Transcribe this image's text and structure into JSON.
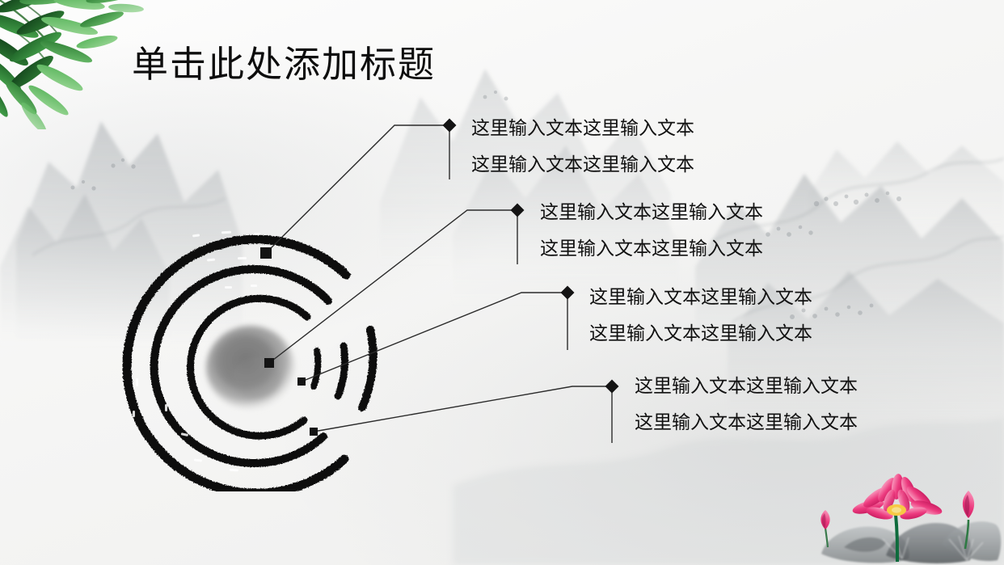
{
  "slide": {
    "title": "单击此处添加标题",
    "background": {
      "style": "chinese-ink-wash-landscape",
      "base_color": "#f6f6f5",
      "ink_gray": "#9aa0a4",
      "decorations": [
        "bamboo-leaves-top-left",
        "mountain-ink-wash",
        "lotus-flower-bottom-right"
      ]
    },
    "graphic": {
      "name": "concentric-brush-rings",
      "ring_color": "#0b0b0b",
      "center_blob_color": "#8a8a8a",
      "ring_count": 3,
      "marker_color": "#1a1a1a"
    },
    "accent_colors": {
      "bamboo_green": "#2f8c3a",
      "lotus_pink": "#e8276f",
      "ink_black": "#111111",
      "line_gray": "#3a3a3a"
    },
    "callouts": [
      {
        "id": "callout-1",
        "line1": "这里输入文本这里输入文本",
        "line2": "这里输入文本这里输入文本"
      },
      {
        "id": "callout-2",
        "line1": "这里输入文本这里输入文本",
        "line2": "这里输入文本这里输入文本"
      },
      {
        "id": "callout-3",
        "line1": "这里输入文本这里输入文本",
        "line2": "这里输入文本这里输入文本"
      },
      {
        "id": "callout-4",
        "line1": "这里输入文本这里输入文本",
        "line2": "这里输入文本这里输入文本"
      }
    ]
  }
}
